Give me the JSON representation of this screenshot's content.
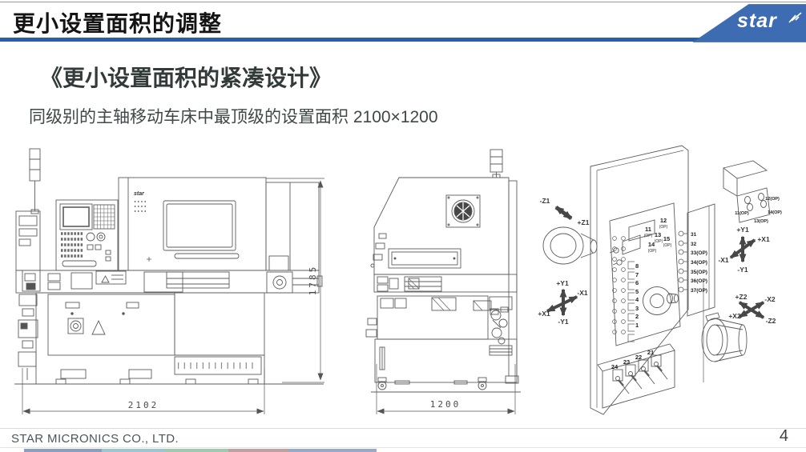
{
  "header": {
    "title": "更小设置面积的调整",
    "logo_text": "star"
  },
  "content": {
    "subtitle": "《更小设置面积的紧凑设计》",
    "description": "同级别的主轴移动车床中最顶级的设置面积 2100×1200"
  },
  "footer": {
    "company": "STAR MICRONICS CO., LTD.",
    "page": "4"
  },
  "colors": {
    "accent_blue": "#2a5caa",
    "logo_blue": "#3e6cb2"
  },
  "front_view": {
    "machine_logo": "star",
    "width_dim": "2102",
    "height_dim": "1785"
  },
  "side_view": {
    "width_dim": "1200"
  },
  "tool_diagram": {
    "z1": {
      "neg": "-Z1",
      "pos": "+Z1"
    },
    "xy1_left": {
      "up": "+Y1",
      "upper_right": "-X1",
      "lower_left": "+X1",
      "down": "-Y1"
    },
    "xy1_right": {
      "up": "+Y1",
      "upper_right": "+X1",
      "lower_left": "-X1",
      "down": "-Y1"
    },
    "xz2": {
      "upper_left": "+Z2",
      "upper_right": "-X2",
      "lower_left": "+X2",
      "lower_right": "-Z2"
    },
    "turret_tools": [
      "8",
      "7",
      "6",
      "5",
      "4",
      "3",
      "2",
      "1"
    ],
    "op_cluster": [
      {
        "n": "11",
        "op": "(OP)"
      },
      {
        "n": "12",
        "op": "(OP)"
      },
      {
        "n": "13",
        "op": "(OP)"
      },
      {
        "n": "14",
        "op": "(OP)"
      },
      {
        "n": "15",
        "op": "(OP)"
      }
    ],
    "right_tools": [
      "31",
      "32",
      "33(OP)",
      "34(OP)",
      "35(OP)",
      "36(OP)",
      "37(OP)"
    ],
    "bracket_tools": [
      "11(OP)",
      "12(OP)",
      "13(OP)",
      "14(OP)"
    ],
    "bottom_tools": [
      "24",
      "23",
      "22",
      "21"
    ]
  }
}
